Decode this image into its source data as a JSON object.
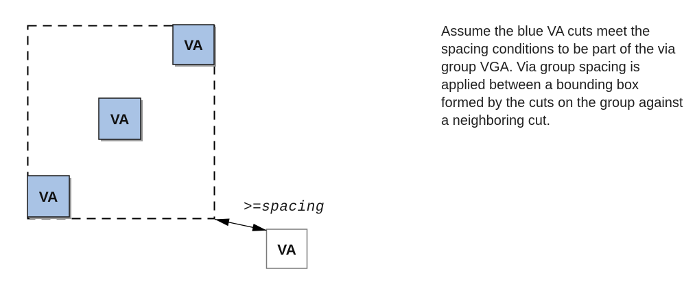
{
  "diagram": {
    "squares": [
      {
        "id": "group-cut-top-right",
        "label": "VA"
      },
      {
        "id": "group-cut-middle",
        "label": "VA"
      },
      {
        "id": "group-cut-bottom-left",
        "label": "VA"
      },
      {
        "id": "neighbor-cut",
        "label": "VA"
      }
    ],
    "spacing_label": ">=spacing",
    "colors": {
      "group_cut_fill": "#a9c3e5",
      "group_cut_border": "#1a1a1a",
      "group_cut_shadow": "#9a9a9a",
      "neighbor_cut_fill": "#ffffff",
      "neighbor_cut_border": "#7a7a7a",
      "bounding_box_stroke": "#000000",
      "arrow_color": "#000000",
      "text_color": "#1f1f1f"
    }
  },
  "note": {
    "lines": [
      "Assume the blue VA cuts meet the",
      "spacing conditions to be part of the via",
      "group VGA. Via group spacing is",
      "applied between a bounding box",
      "formed by the cuts on the group against",
      "a neighboring cut."
    ]
  }
}
